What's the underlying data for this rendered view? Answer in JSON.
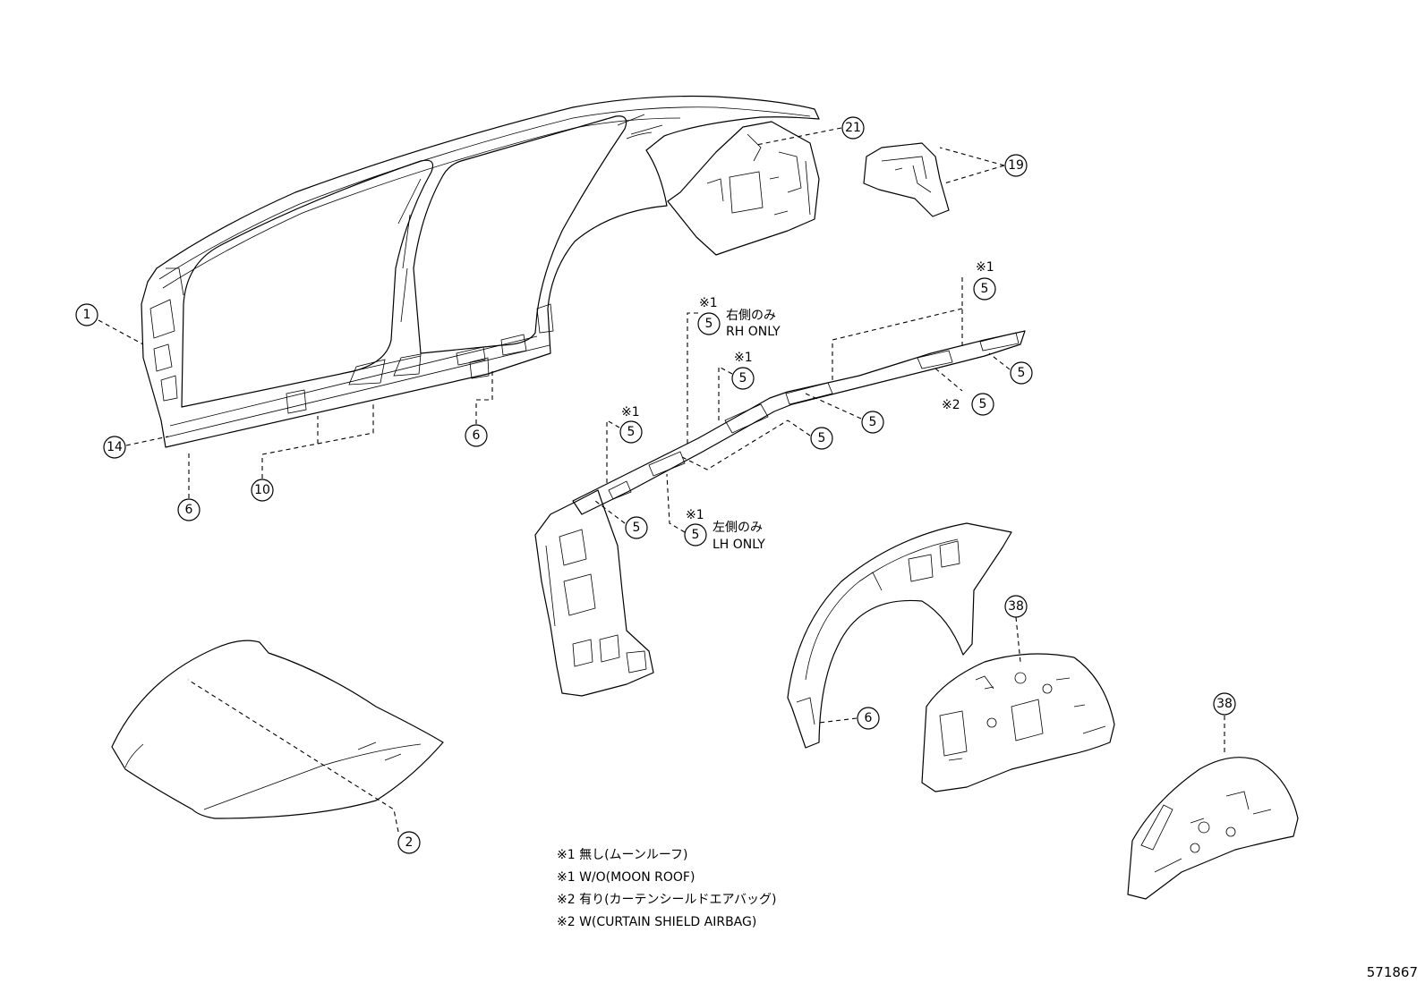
{
  "diagram_id": "571867",
  "callouts": [
    {
      "number": "1"
    },
    {
      "number": "14"
    },
    {
      "number": "6"
    },
    {
      "number": "10"
    },
    {
      "number": "6"
    },
    {
      "number": "21"
    },
    {
      "number": "19"
    },
    {
      "number": "5"
    },
    {
      "number": "5"
    },
    {
      "number": "5"
    },
    {
      "number": "5"
    },
    {
      "number": "5"
    },
    {
      "number": "5"
    },
    {
      "number": "5"
    },
    {
      "number": "5"
    },
    {
      "number": "5"
    },
    {
      "number": "5"
    },
    {
      "number": "38"
    },
    {
      "number": "6"
    },
    {
      "number": "38"
    },
    {
      "number": "2"
    }
  ],
  "markers": [
    "※1",
    "※1",
    "※1",
    "※2",
    "※1",
    "※1"
  ],
  "side_notes": {
    "rh_jp": "右側のみ",
    "rh_en": "RH ONLY",
    "lh_jp": "左側のみ",
    "lh_en": "LH ONLY"
  },
  "legend": [
    "※1 無し(ムーンルーフ)",
    "※1 W/O(MOON ROOF)",
    "※2 有り(カーテンシールドエアバッグ)",
    "※2 W(CURTAIN SHIELD AIRBAG)"
  ],
  "colors": {
    "line": "#000000",
    "background": "#ffffff"
  }
}
